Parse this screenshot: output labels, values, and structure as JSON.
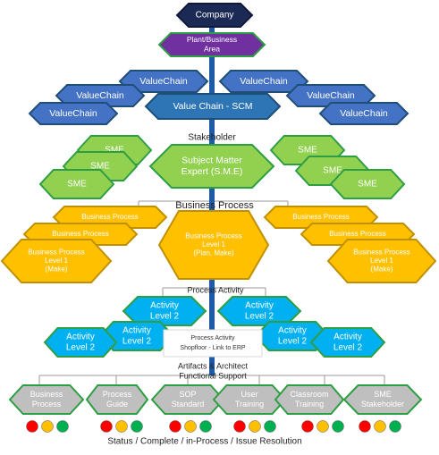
{
  "company": "Company",
  "plant": [
    "Plant/Business",
    "Area"
  ],
  "value_chain_item": "ValueChain",
  "value_chain_main": "Value Chain - SCM",
  "stakeholder_label": "Stakeholder",
  "sme_item": "SME",
  "sme_main": [
    "Subject Matter",
    "Expert (S.M.E)"
  ],
  "business_process_label": "Business Process",
  "bp_back": "Business Process",
  "bp_front": [
    "Business Process",
    "Level 1",
    "(Make)"
  ],
  "bp_center": [
    "Business Process",
    "Level 1",
    "(Plan, Make)"
  ],
  "process_activity_label": "Process Activity",
  "activity": [
    "Activity",
    "Level 2"
  ],
  "center_note": [
    "Process Activity",
    "Shopfloor - Link to ERP"
  ],
  "artifacts_label": [
    "Artifacts & Architect",
    "Functional Support"
  ],
  "artifacts": [
    [
      "Business",
      "Process"
    ],
    [
      "Process",
      "Guide"
    ],
    [
      "SOP",
      "Standard"
    ],
    [
      "User",
      "Training"
    ],
    [
      "Classroom",
      "Training"
    ],
    [
      "SME",
      "Stakeholder"
    ]
  ],
  "status_caption": "Status / Complete / in-Process / Issue Resolution",
  "colors": {
    "navy": "#1b2a55",
    "purple": "#7030a0",
    "blue": "#4472c4",
    "blue_dark": "#1f4e79",
    "green": "#92d050",
    "orange": "#ffc000",
    "cyan": "#00b0f0",
    "gray": "#bfbfbf",
    "outline_green": "#2e9e44",
    "spine": "#1f5aa6",
    "status_red": "#ff0000",
    "status_yellow": "#ffc000",
    "status_green": "#00b050"
  }
}
